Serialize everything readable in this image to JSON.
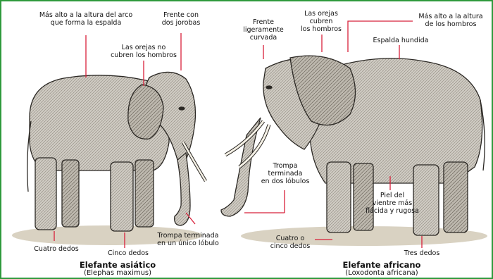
{
  "asian": {
    "label_height": "Más alto a la altura del arco\nque forma la espalda",
    "label_forehead": "Frente con\ndos jorobas",
    "label_ears": "Las orejas no\ncubren los hombros",
    "label_trunk": "Trompa terminada\nen un único lóbulo",
    "label_hind_toes": "Cuatro dedos",
    "label_front_toes": "Cinco dedos",
    "title": "Elefante asiático",
    "subtitle": "(Elephas maximus)"
  },
  "african": {
    "label_forehead": "Frente\nligeramente\ncurvada",
    "label_ears": "Las orejas\ncubren\nlos hombros",
    "label_height": "Más alto a la altura\nde los hombros",
    "label_back": "Espalda hundida",
    "label_trunk": "Trompa\nterminada\nen dos lóbulos",
    "label_belly": "Piel del\nvientre más\nflácida y rugosa",
    "label_front_toes": "Cuatro o\ncinco dedos",
    "label_hind_toes": "Tres dedos",
    "title": "Elefante africano",
    "subtitle": "(Loxodonta africana)"
  },
  "colors": {
    "border": "#2e9a3c",
    "leader_line": "#d8203a",
    "body_fill": "#c9c6bf",
    "shadow": "#d9d2c2"
  }
}
